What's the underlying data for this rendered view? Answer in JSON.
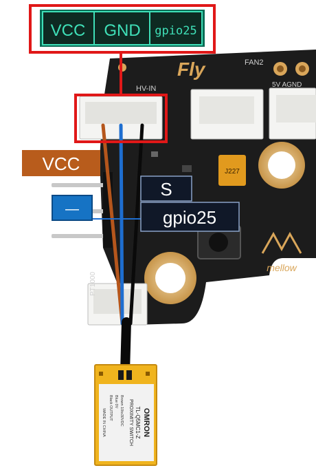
{
  "header_pins": {
    "vcc": "VCC",
    "gnd": "GND",
    "gpio": "gpio25"
  },
  "board": {
    "brand": "Fly",
    "fan_label": "FAN2",
    "hv_label": "HV-IN",
    "power_label": "5V AGND",
    "pt_label": "PT1000",
    "chip_label": "J227",
    "mellow_label": "mellow"
  },
  "callouts": {
    "vcc": "VCC",
    "minus": "—",
    "s": "S",
    "gpio": "gpio25"
  },
  "sensor": {
    "brand": "OMRON",
    "model": "TL-Q5MC1-Z",
    "type": "PROXIMITY SWITCH",
    "wiring1": "Brown 10to30VDC",
    "wiring2": "Blue 0V",
    "wiring3": "Black OUTPUT",
    "origin": "MADE IN CHINA"
  },
  "colors": {
    "accent_red": "#e01818",
    "vcc_callout": "#b85c1c",
    "minus_callout": "#1673c4",
    "label_box": "#101828",
    "wire_brown": "#b5561c",
    "wire_blue": "#1e6ed0",
    "wire_black": "#0a0a0a",
    "sensor_body": "#f0b41e"
  }
}
